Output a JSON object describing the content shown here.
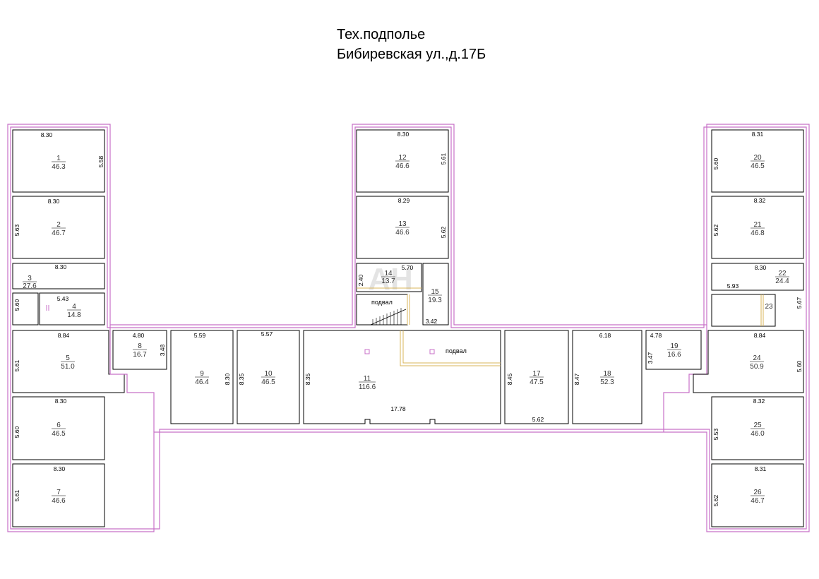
{
  "title": {
    "line1": "Тех.подполье",
    "line2": "Бибиревская ул.,д.17Б"
  },
  "rooms": [
    {
      "num": "1",
      "area": "46.3"
    },
    {
      "num": "2",
      "area": "46.7"
    },
    {
      "num": "3",
      "area": "27.6"
    },
    {
      "num": "4",
      "area": "14.8"
    },
    {
      "num": "5",
      "area": "51.0"
    },
    {
      "num": "6",
      "area": "46.5"
    },
    {
      "num": "7",
      "area": "46.6"
    },
    {
      "num": "8",
      "area": "16.7"
    },
    {
      "num": "9",
      "area": "46.4"
    },
    {
      "num": "10",
      "area": "46.5"
    },
    {
      "num": "11",
      "area": "116.6"
    },
    {
      "num": "12",
      "area": "46.6"
    },
    {
      "num": "13",
      "area": "46.6"
    },
    {
      "num": "14",
      "area": "13.7"
    },
    {
      "num": "15",
      "area": "19.3"
    },
    {
      "num": "17",
      "area": "47.5"
    },
    {
      "num": "18",
      "area": "52.3"
    },
    {
      "num": "19",
      "area": "16.6"
    },
    {
      "num": "20",
      "area": "46.5"
    },
    {
      "num": "21",
      "area": "46.8"
    },
    {
      "num": "22",
      "area": "24.4"
    },
    {
      "num": "23",
      "area": ""
    },
    {
      "num": "24",
      "area": "50.9"
    },
    {
      "num": "25",
      "area": "46.0"
    },
    {
      "num": "26",
      "area": "46.7"
    }
  ],
  "dims": [
    "8.30",
    "5.58",
    "8.30",
    "5.63",
    "8.30",
    "5.60",
    "5.43",
    "8.84",
    "5.61",
    "8.30",
    "5.60",
    "8.30",
    "5.61",
    "4.80",
    "3.48",
    "5.59",
    "8.30",
    "5.57",
    "8.35",
    "8.35",
    "17.78",
    "8.30",
    "5.61",
    "8.29",
    "5.62",
    "5.70",
    "2.40",
    "3.42",
    "8.45",
    "5.62",
    "6.18",
    "8.47",
    "4.78",
    "3.47",
    "8.31",
    "5.60",
    "8.32",
    "5.62",
    "8.30",
    "5.93",
    "5.67",
    "8.84",
    "5.60",
    "8.32",
    "5.53",
    "8.31",
    "5.62"
  ],
  "labels": {
    "basement1": "подвал",
    "basement2": "подвал",
    "watermark": "АН"
  }
}
